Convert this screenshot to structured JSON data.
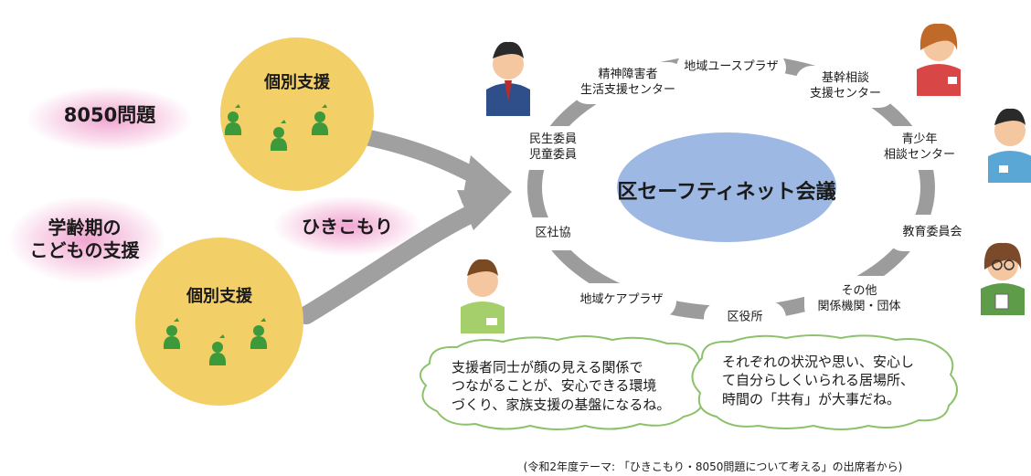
{
  "issues": {
    "issue_8050": "8050問題",
    "school_age": "学齢期の\nこどもの支援",
    "hikikomori": "ひきこもり"
  },
  "support": {
    "label_top": "個別支援",
    "label_bottom": "個別支援"
  },
  "network": {
    "center": "区セーフティネット会議",
    "nodes": [
      "地域ユースプラザ",
      "基幹相談\n支援センター",
      "青少年\n相談センター",
      "教育委員会",
      "その他\n関係機関・団体",
      "区役所",
      "地域ケアプラザ",
      "区社協",
      "民生委員\n児童委員",
      "精神障害者\n生活支援センター"
    ]
  },
  "comments": {
    "left": "支援者同士が顔の見える関係で\nつながることが、安心できる環境\nづくり、家族支援の基盤になるね。",
    "right": "それぞれの状況や思い、安心し\nて自分らしくいられる居場所、\n時間の「共有」が大事だね。"
  },
  "caption": "(令和2年度テーマ: 「ひきこもり・8050問題について考える」の出席者から)",
  "colors": {
    "support_circle": "#f3cf67",
    "person_green": "#3c9a3a",
    "center_ellipse": "#9db9e3",
    "ring": "#9c9c9c",
    "node_bg": "#ffffff",
    "arrow": "#999999",
    "glow": "#f0a8d0",
    "bubble_fill": "#ffffff",
    "bubble_stroke": "#8cc26c"
  }
}
